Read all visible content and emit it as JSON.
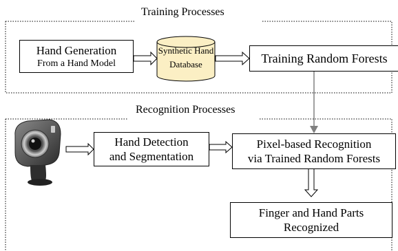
{
  "sections": {
    "training_title": "Training Processes",
    "recognition_title": "Recognition Processes"
  },
  "nodes": {
    "hand_generation": {
      "line1": "Hand Generation",
      "line2": "From a Hand Model"
    },
    "synthetic_db": {
      "line1": "Synthetic Hand",
      "line2": "Database"
    },
    "training_rf": {
      "label": "Training Random Forests"
    },
    "hand_detection": {
      "line1": "Hand Detection",
      "line2": "and Segmentation"
    },
    "pixel_recognition": {
      "line1": "Pixel-based Recognition",
      "line2": "via Trained Random Forests"
    },
    "finger_parts": {
      "line1": "Finger and Hand Parts",
      "line2": "Recognized"
    }
  },
  "colors": {
    "database_fill": "#fbefc4",
    "gray_arrow": "#808080",
    "border": "#000000"
  },
  "icons": {
    "camera": "webcam-icon"
  }
}
